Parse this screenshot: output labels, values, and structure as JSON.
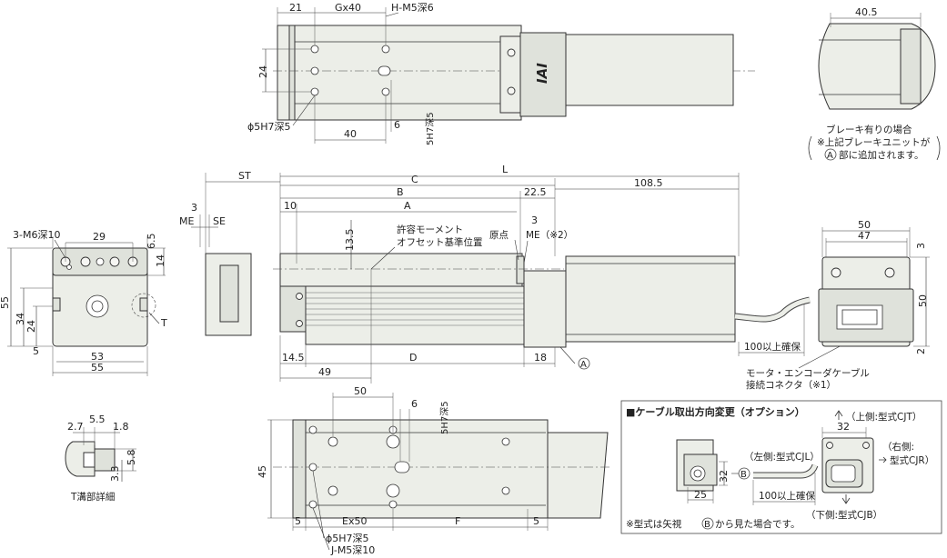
{
  "top_view": {
    "dims": {
      "d21": "21",
      "gx40": "Gx40",
      "hole_h": "H-M5深6",
      "d24": "24",
      "pin1": "ϕ5H7深5",
      "d40": "40",
      "d6": "6",
      "depth": "5H7深5"
    },
    "logo": "IAI"
  },
  "brake": {
    "width": "40.5",
    "caption_line1": "ブレーキ有りの場合",
    "caption_line2": "※上記ブレーキユニットが",
    "caption_line3": "部に追加されます。",
    "marker": "A"
  },
  "side_view": {
    "dims": {
      "st": "ST",
      "c": "C",
      "l": "L",
      "b": "B",
      "d225": "22.5",
      "d1085": "108.5",
      "d10": "10",
      "a": "A",
      "d3": "3",
      "me": "ME",
      "se": "SE",
      "d135": "13.5",
      "me2": "ME（※2）",
      "origin": "原点",
      "d145": "14.5",
      "d": "D",
      "d18": "18",
      "d49": "49"
    },
    "moment_label_1": "許容モーメント",
    "moment_label_2": "オフセット基準位置",
    "cable_len": "100以上確保",
    "marker_a": "A",
    "connector_1": "モータ・エンコーダケーブル",
    "connector_2": "接続コネクタ（※1）"
  },
  "end_view": {
    "dims": {
      "m6": "3-M6深10",
      "d29": "29",
      "d65": "6.5",
      "d14": "14",
      "d55": "55",
      "d34": "34",
      "d24": "24",
      "d5": "5",
      "d53": "53",
      "d55b": "55",
      "t": "T"
    }
  },
  "motor_end": {
    "dims": {
      "d50": "50",
      "d47": "47",
      "d3": "3",
      "d50v": "50",
      "d2": "2"
    }
  },
  "t_slot": {
    "dims": {
      "d27": "2.7",
      "d55": "5.5",
      "d18": "1.8",
      "d58": "5.8",
      "d33": "3.3"
    },
    "caption": "T溝部詳細"
  },
  "bottom_view": {
    "dims": {
      "d50": "50",
      "d6": "6",
      "depth": "5H7深5",
      "d45": "45",
      "d5l": "5",
      "ex50": "Ex50",
      "f": "F",
      "d5r": "5",
      "pin": "ϕ5H7深5",
      "tap": "J-M5深10"
    }
  },
  "option": {
    "title": "■ケーブル取出方向変更（オプション）",
    "top": "（上側:型式CJT）",
    "d32": "32",
    "left": "（左側:型式CJL）",
    "right_1": "（右側:",
    "right_2": "型式CJR）",
    "d32v": "32",
    "marker_b": "B",
    "d25": "25",
    "cable_len": "100以上確保",
    "bottom": "（下側:型式CJB）",
    "note_1": "※型式は矢視",
    "note_2": "から見た場合です。"
  }
}
